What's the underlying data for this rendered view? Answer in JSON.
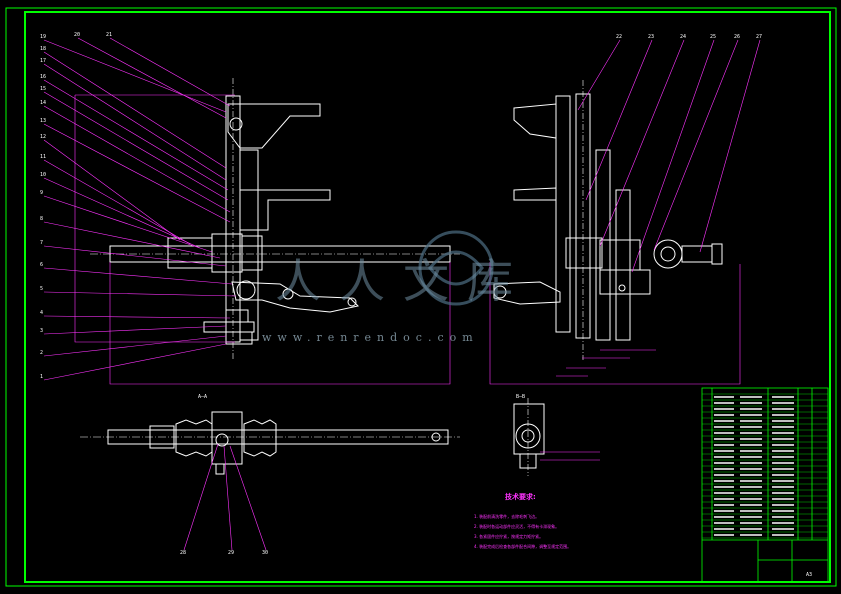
{
  "title": "",
  "sections": {
    "a_a": "A—A",
    "b_b": "B—B"
  },
  "watermark": {
    "latin": "www.renrendoc.com",
    "chinese": "人人文库"
  },
  "part_numbers_left": [
    "19",
    "20",
    "21",
    "18",
    "17",
    "16",
    "15",
    "14",
    "13",
    "12",
    "11",
    "10",
    "9",
    "8",
    "7",
    "6",
    "5",
    "4",
    "3",
    "2",
    "1"
  ],
  "part_numbers_right": [
    "22",
    "23",
    "24",
    "25",
    "26",
    "27"
  ],
  "part_numbers_bottom": [
    "28",
    "29",
    "30"
  ],
  "tech_requirements": {
    "title": "技术要求:",
    "items": [
      "1. 装配前清洗零件，去除毛刺飞边。",
      "2. 装配时各运动部件应灵活，不得有卡滞现象。",
      "3. 各紧固件应拧紧，按规定力矩拧紧。",
      "4. 装配完成后检查各部件配合间隙，调整至规定范围。"
    ]
  },
  "title_block": {
    "scale_label": "A3"
  },
  "colors": {
    "background": "#000000",
    "frame": "#00ff00",
    "geometry": "#ffffff",
    "leaders": "#ff33ff",
    "watermark": "#7f98a8"
  }
}
